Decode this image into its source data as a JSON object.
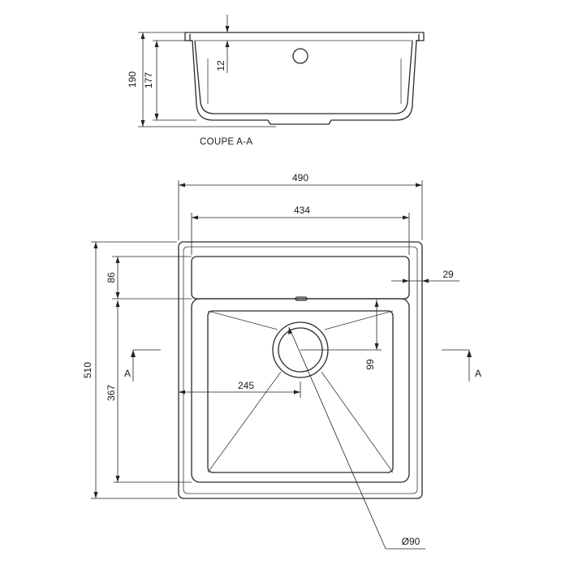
{
  "section": {
    "title": "COUPE A-A",
    "dims": {
      "total_height": "190",
      "bowl_height": "177",
      "rim_thickness": "12"
    }
  },
  "plan": {
    "dims": {
      "outer_width": "490",
      "inner_width": "434",
      "side_rim": "29",
      "top_ledge": "86",
      "outer_depth": "510",
      "bowl_depth": "367",
      "drain_offset_x": "245",
      "drain_offset_y": "99",
      "drain_diameter": "Ø90"
    },
    "section_marks": {
      "left": "A",
      "right": "A"
    }
  }
}
